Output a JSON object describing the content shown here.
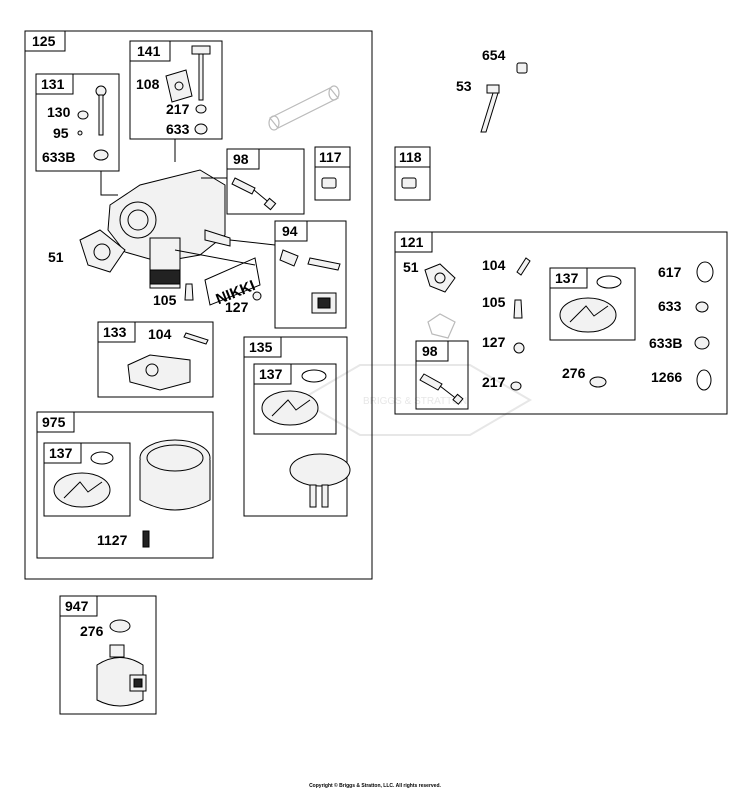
{
  "boxes": {
    "b125": "125",
    "b141": "141",
    "b131": "131",
    "b98a": "98",
    "b117": "117",
    "b118": "118",
    "b94": "94",
    "b133": "133",
    "b135": "135",
    "b137a": "137",
    "b975": "975",
    "b137b": "137",
    "b121": "121",
    "b137c": "137",
    "b98b": "98",
    "b947": "947"
  },
  "callouts": {
    "p654": "654",
    "p53": "53",
    "p108": "108",
    "p217a": "217",
    "p633a": "633",
    "p130": "130",
    "p95": "95",
    "p633Ba": "633B",
    "p51a": "51",
    "p105a": "105",
    "p127a": "127",
    "p104a": "104",
    "p1127": "1127",
    "p51b": "51",
    "p104b": "104",
    "p105b": "105",
    "p127b": "127",
    "p217b": "217",
    "p276a": "276",
    "p617": "617",
    "p633b": "633",
    "p633Bb": "633B",
    "p1266": "1266",
    "p276b": "276"
  },
  "nikki_text": "NIKKI",
  "watermark_text": "BRIGGS & STRATTON",
  "copyright": "Copyright © Briggs & Stratton, LLC. All rights reserved.",
  "colors": {
    "ink": "#000000",
    "watermark": "#bbbbbb",
    "background": "#ffffff"
  }
}
